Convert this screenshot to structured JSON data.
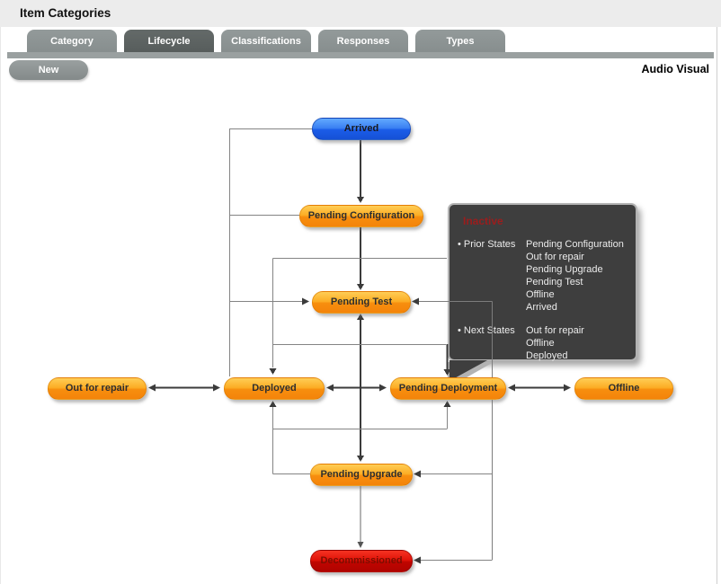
{
  "header": {
    "title": "Item Categories"
  },
  "tabs": [
    {
      "label": "Category",
      "active": false
    },
    {
      "label": "Lifecycle",
      "active": true
    },
    {
      "label": "Classifications",
      "active": false
    },
    {
      "label": "Responses",
      "active": false
    },
    {
      "label": "Types",
      "active": false
    }
  ],
  "toolbar": {
    "new_label": "New",
    "context_label": "Audio Visual"
  },
  "diagram": {
    "nodes": [
      {
        "id": "arrived",
        "label": "Arrived",
        "color": "blue"
      },
      {
        "id": "pending-configuration",
        "label": "Pending Configuration",
        "color": "orange"
      },
      {
        "id": "pending-test",
        "label": "Pending Test",
        "color": "orange"
      },
      {
        "id": "out-for-repair",
        "label": "Out for repair",
        "color": "orange"
      },
      {
        "id": "deployed",
        "label": "Deployed",
        "color": "orange"
      },
      {
        "id": "pending-deployment",
        "label": "Pending Deployment",
        "color": "orange"
      },
      {
        "id": "offline",
        "label": "Offline",
        "color": "orange"
      },
      {
        "id": "pending-upgrade",
        "label": "Pending Upgrade",
        "color": "orange"
      },
      {
        "id": "decommissioned",
        "label": "Decommissioned",
        "color": "red"
      }
    ],
    "tooltip": {
      "title": "Inactive",
      "sections": [
        {
          "label": "Prior States",
          "values": [
            "Pending Configuration",
            "Out for repair",
            "Pending Upgrade",
            "Pending Test",
            "Offline",
            "Arrived"
          ]
        },
        {
          "label": "Next States",
          "values": [
            "Out for repair",
            "Offline",
            "Deployed"
          ]
        }
      ]
    }
  },
  "colors": {
    "orange_node": "#f78e0e",
    "blue_node": "#1b5ce8",
    "red_node": "#c00500",
    "tooltip_bg": "#3e3e3e",
    "tooltip_title": "#9b1d1d",
    "tab_active": "#575d5c",
    "tab_inactive": "#878e8e"
  }
}
